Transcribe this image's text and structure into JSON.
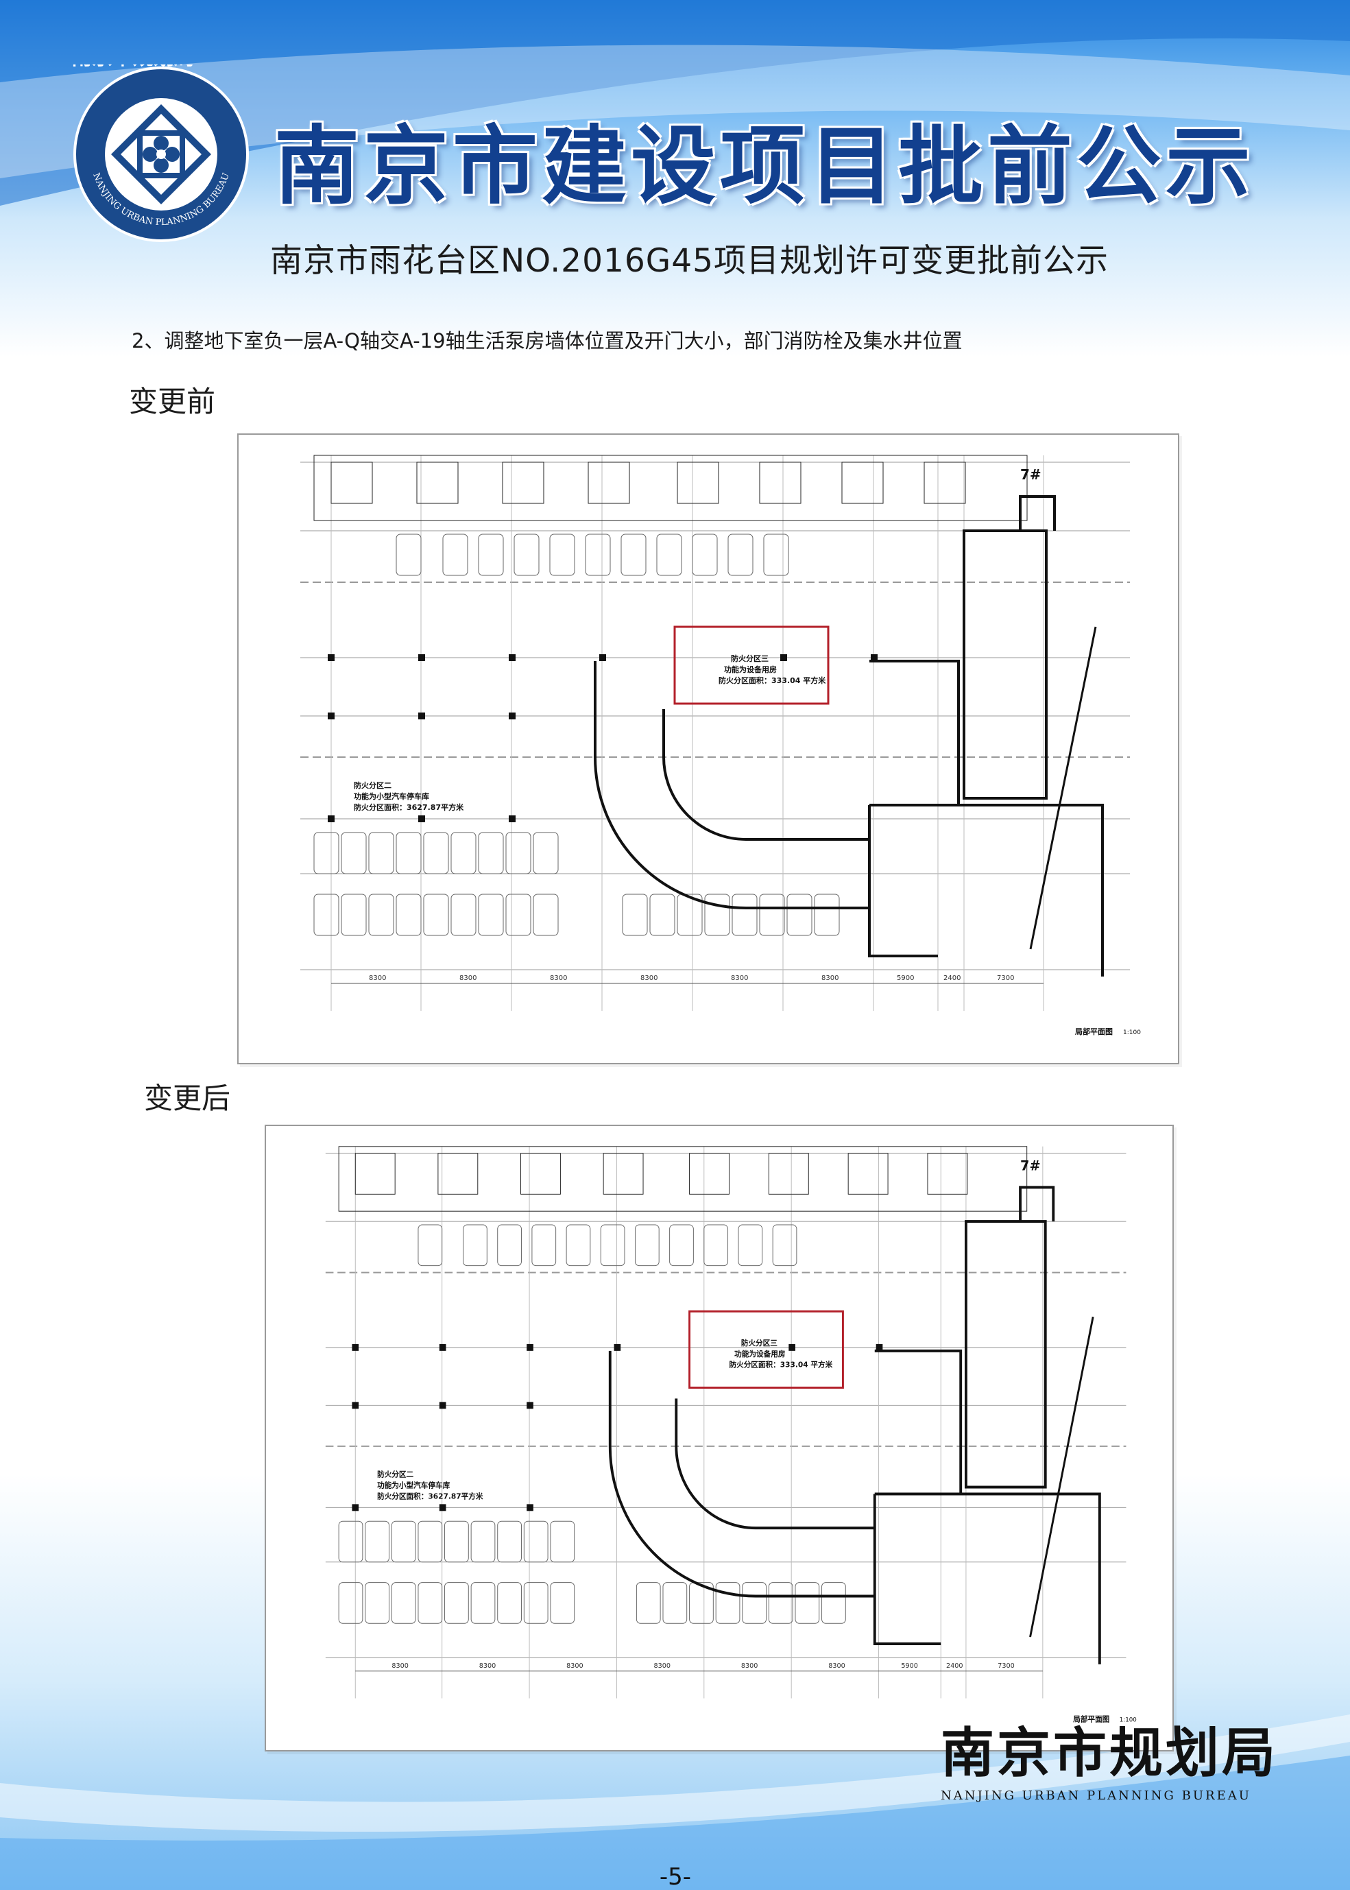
{
  "header": {
    "logo_ring_cn": "南京市规划局",
    "logo_ring_en": "NANJING URBAN PLANNING BUREAU",
    "title": "南京市建设项目批前公示",
    "subtitle": "南京市雨花台区NO.2016G45项目规划许可变更批前公示"
  },
  "note": "2、调整地下室负一层A-Q轴交A-19轴生活泵房墙体位置及开门大小，部门消防栓及集水井位置",
  "sections": {
    "before": {
      "label": "变更前",
      "drawing": {
        "building_tag": "7#",
        "zone3_title": "防火分区三",
        "zone3_use": "功能为设备用房",
        "zone3_area": "防火分区面积：333.04 平方米",
        "zone2_title": "防火分区二",
        "zone2_use": "功能为小型汽车停车库",
        "zone2_area": "防火分区面积：3627.87平方米",
        "scale_title": "局部平面图",
        "scale_value": "1:100",
        "bottom_dims": [
          "8300",
          "8300",
          "8300",
          "8300",
          "8300",
          "8300",
          "5900",
          "2400",
          "7300"
        ]
      }
    },
    "after": {
      "label": "变更后",
      "drawing": {
        "building_tag": "7#",
        "zone3_title": "防火分区三",
        "zone3_use": "功能为设备用房",
        "zone3_area": "防火分区面积：333.04 平方米",
        "zone2_title": "防火分区二",
        "zone2_use": "功能为小型汽车停车库",
        "zone2_area": "防火分区面积：3627.87平方米",
        "scale_title": "局部平面图",
        "scale_value": "1:100",
        "bottom_dims": [
          "8300",
          "8300",
          "8300",
          "8300",
          "8300",
          "8300",
          "5900",
          "2400",
          "7300"
        ]
      }
    }
  },
  "footer": {
    "name_cn": "南京市规划局",
    "name_en": "NANJING URBAN PLANNING BUREAU",
    "page_number": "-5-"
  },
  "colors": {
    "title_blue": "#12408f",
    "highlight_red": "#b3202a",
    "logo_blue": "#1a4a8c"
  }
}
